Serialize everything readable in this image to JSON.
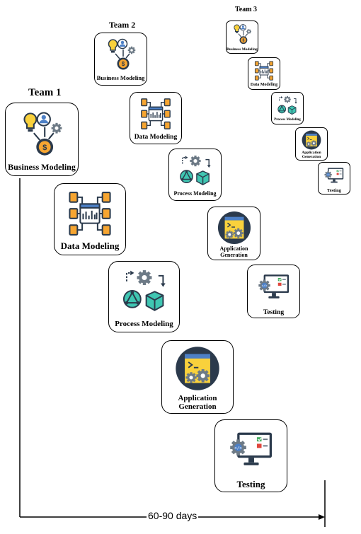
{
  "teams": [
    {
      "label": "Team 1",
      "stages": [
        "Business Modeling",
        "Data Modeling",
        "Process Modeling",
        "Application Generation",
        "Testing"
      ]
    },
    {
      "label": "Team 2",
      "stages": [
        "Business Modeling",
        "Data Modeling",
        "Process Modeling",
        "Application Generation",
        "Testing"
      ]
    },
    {
      "label": "Team 3",
      "stages": [
        "Business Modeling",
        "Data Modeling",
        "Process Modeling",
        "Application Generation",
        "Testing"
      ]
    }
  ],
  "timeline": {
    "label": "60-90 days"
  },
  "icons": [
    "business-modeling-icon",
    "data-modeling-icon",
    "process-modeling-icon",
    "application-generation-icon",
    "testing-icon"
  ],
  "colors": {
    "orange": "#f6a531",
    "yellow": "#f9d13c",
    "teal": "#3fc6b2",
    "blue": "#4d80c6",
    "navy": "#2b3a4c",
    "gray": "#6d7a86",
    "red": "#e0463c",
    "green": "#3faa5c"
  }
}
